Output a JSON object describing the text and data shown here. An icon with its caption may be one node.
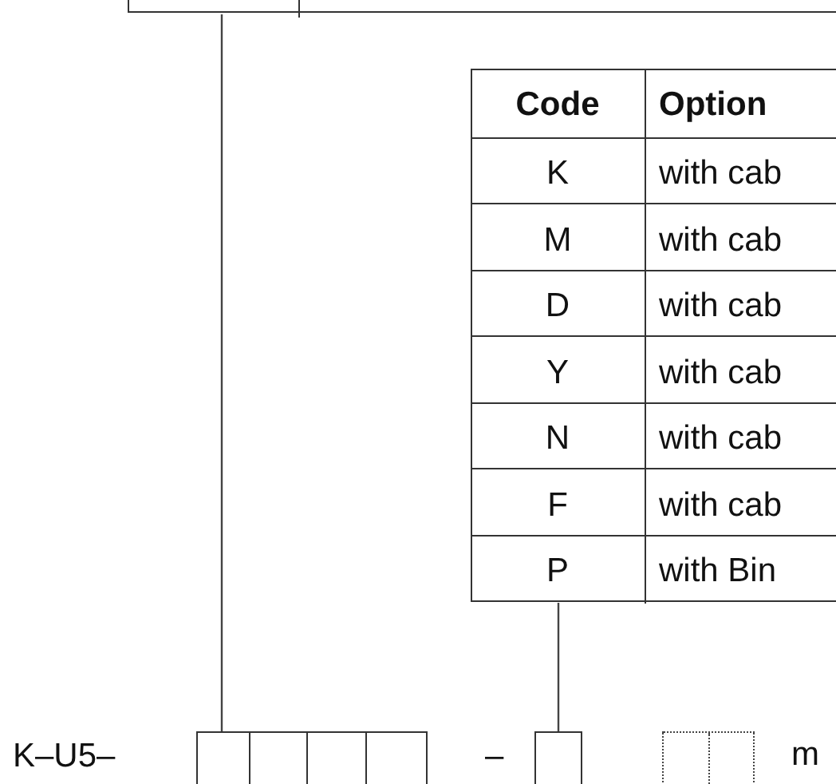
{
  "diagram": {
    "nodes": [
      {
        "text": [],
        "shape": "box"
      },
      {
        "text": [],
        "shape": "box"
      },
      {
        "text": [],
        "shape": "box"
      },
      {
        "text": [],
        "shape": "box"
      },
      {
        "text": [],
        "shape": "box"
      }
    ],
    "edges": [
      {
        "from": 0,
        "to": 2,
        "arrow": "none"
      },
      {
        "from": 1,
        "to": 3,
        "arrow": "none"
      }
    ],
    "labels": [
      "Code",
      "Option",
      "K",
      "with cab",
      "M",
      "with cab",
      "D",
      "with cab",
      "Y",
      "with cab",
      "N",
      "with cab",
      "F",
      "with cab",
      "P",
      "with Bin",
      "K–U5–",
      "–",
      "m"
    ]
  }
}
